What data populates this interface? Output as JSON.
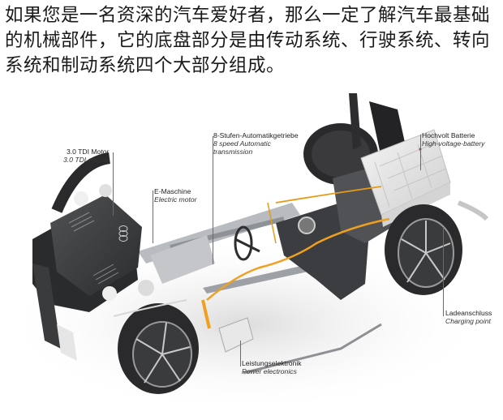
{
  "intro": {
    "text": "如果您是一名资深的汽车爱好者，那么一定了解汽车最基础的机械部件，它的底盘部分是由传动系统、行驶系统、转向系统和制动系统四个大部分组成。"
  },
  "figure": {
    "subject": "plug-in hybrid chassis cutaway",
    "colors": {
      "background": "#ffffff",
      "engine_cover": "#3a3b3d",
      "tire": "#2a2a2c",
      "battery": "#e6e6e6",
      "hv_cable": "#f0a020",
      "metal": "#b8bbbf",
      "leader_line": "#6a6a6a"
    },
    "labels": [
      {
        "id": "engine",
        "de": "3.0 TDI Motor",
        "en": "3.0 TDI engine"
      },
      {
        "id": "emotor",
        "de": "E-Maschine",
        "en": "Electric motor"
      },
      {
        "id": "transmission",
        "de": "8-Stufen-Automatikgetriebe",
        "en_line1": "8 speed Automatic",
        "en_line2": "transmission"
      },
      {
        "id": "battery",
        "de": "Hochvolt Batterie",
        "en": "High-voltage-battery"
      },
      {
        "id": "charging",
        "de": "Ladeanschluss",
        "en": "Charging point"
      },
      {
        "id": "power",
        "de": "Leistungselektronik",
        "en": "Power electronics"
      }
    ]
  }
}
